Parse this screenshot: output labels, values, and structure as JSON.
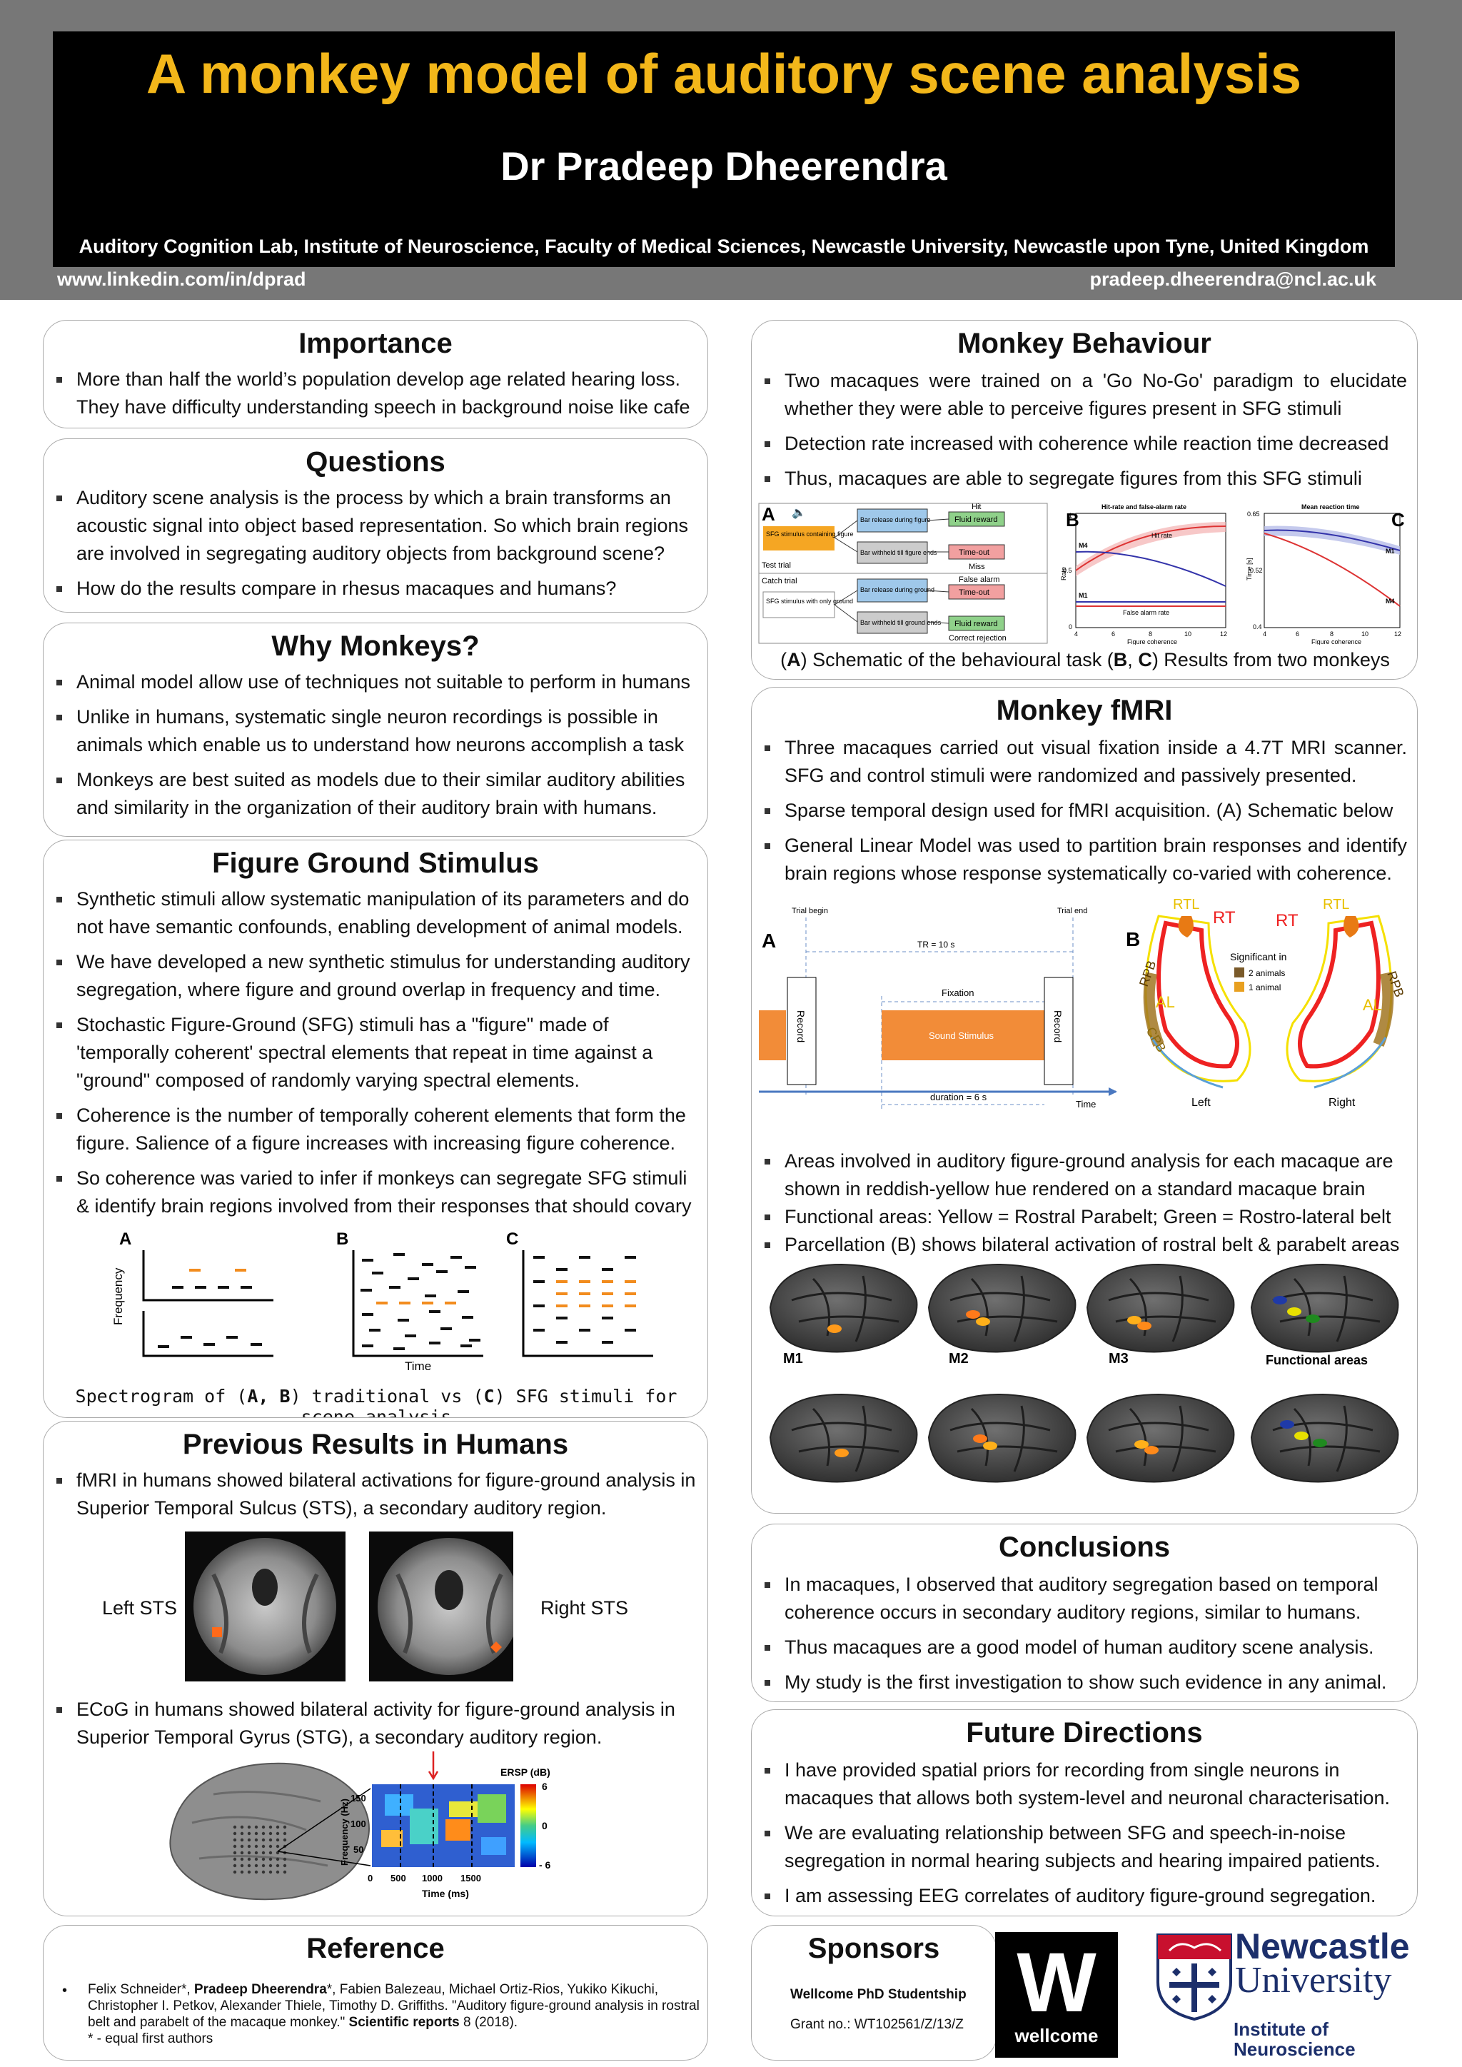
{
  "header": {
    "title": "A monkey model of auditory scene analysis",
    "author": "Dr Pradeep Dheerendra",
    "affiliation": "Auditory Cognition Lab, Institute of Neuroscience, Faculty of Medical Sciences, Newcastle University, Newcastle upon Tyne, United Kingdom",
    "linkedin": "www.linkedin.com/in/dprad",
    "email": "pradeep.dheerendra@ncl.ac.uk"
  },
  "importance": {
    "title": "Importance",
    "items": [
      "More than half the world’s population develop age related hearing loss. They have difficulty understanding speech in background noise like cafe"
    ]
  },
  "questions": {
    "title": "Questions",
    "items": [
      "Auditory scene analysis is the process by which a brain transforms an acoustic signal into object based representation. So which brain regions are involved in segregating auditory objects from background scene?",
      "How do the results compare in rhesus macaques and humans?"
    ]
  },
  "why": {
    "title": "Why Monkeys?",
    "items": [
      "Animal model allow use of techniques not suitable to perform in humans",
      "Unlike in humans, systematic single neuron recordings is possible in animals which enable us to understand how neurons accomplish a task",
      "Monkeys are best suited as models due to their similar auditory abilities and similarity in the organization of their auditory brain with humans."
    ]
  },
  "fgs": {
    "title": "Figure Ground Stimulus",
    "items": [
      "Synthetic stimuli allow systematic manipulation of its parameters and do not have semantic confounds, enabling development of animal models.",
      "We have developed a new synthetic stimulus for understanding auditory segregation, where figure and ground overlap in frequency and time.",
      "Stochastic Figure-Ground (SFG) stimuli has a \"figure\" made of 'temporally coherent' spectral elements that repeat in time against a \"ground\" composed of randomly varying spectral elements.",
      "Coherence is the number of temporally coherent elements that form the figure. Salience of a figure increases with increasing figure coherence.",
      "So coherence was varied to infer if monkeys can segregate SFG stimuli & identify brain regions involved from their responses that should covary"
    ],
    "fig": {
      "a": "A",
      "b": "B",
      "c": "C",
      "ylabel": "Frequency",
      "xlabel": "Time"
    },
    "caption": {
      "pre": "Spectrogram of (",
      "ab": "A, B",
      "mid": ") traditional vs (",
      "c": "C",
      "post": ") SFG stimuli for scene analysis"
    }
  },
  "humans": {
    "title": "Previous Results in Humans",
    "item1": "fMRI in humans showed bilateral activations for figure-ground analysis in Superior Temporal Sulcus (STS), a secondary auditory region.",
    "left_sts": "Left STS",
    "right_sts": "Right STS",
    "item2": "ECoG in humans showed bilateral activity for figure-ground analysis in Superior Temporal Gyrus (STG), a secondary auditory region.",
    "ecog": {
      "ersp": "ERSP (dB)",
      "ylabel": "Frequency (Hz)",
      "xlabel": "Time (ms)",
      "yticks": [
        "150",
        "100",
        "50"
      ],
      "xticks": [
        "0",
        "500",
        "1000",
        "1500"
      ],
      "cticks": [
        "6",
        "0",
        "- 6"
      ]
    }
  },
  "reference": {
    "title": "Reference",
    "authors_pre": "Felix Schneider*, ",
    "bold_author": "Pradeep Dheerendra",
    "authors_post": "*, Fabien Balezeau, Michael Ortiz-Rios, Yukiko Kikuchi, Christopher I. Petkov, Alexander Thiele, Timothy D. Griffiths. \"Auditory figure-ground analysis in rostral belt and parabelt of the macaque monkey.\" ",
    "journal": "Scientific reports",
    "tail": " 8 (2018).",
    "note": "* - equal first authors"
  },
  "behaviour": {
    "title": "Monkey Behaviour",
    "items": [
      "Two macaques were trained on a 'Go No-Go' paradigm to elucidate whether they were able to perceive figures present in SFG stimuli",
      "Detection rate increased with coherence while reaction time decreased",
      "Thus, macaques are able to segregate figures from this SFG stimuli"
    ],
    "schem": {
      "a": "A",
      "test": "Test trial",
      "catch": "Catch trial",
      "sfg_fig": "SFG stimulus containing figure",
      "sfg_gnd": "SFG stimulus with only ground",
      "bar_rel": "Bar release during figure",
      "bar_with": "Bar withheld till figure ends",
      "bar_rel2": "Bar release during ground",
      "bar_with2": "Bar withheld till ground ends",
      "hit": "Hit",
      "fluid": "Fluid reward",
      "miss": "Miss",
      "timeout": "Time-out",
      "fa": "False alarm",
      "cr": "Correct rejection"
    },
    "chart_hit": {
      "label": "B",
      "title": "Hit-rate and false-alarm rate",
      "hit": "Hit rate",
      "fa": "False alarm rate",
      "m4": "M4",
      "m1": "M1",
      "ylabel": "Rate",
      "xlabel": "Figure coherence",
      "yticks": [
        "1",
        "0.5",
        "0"
      ],
      "xticks": [
        "4",
        "6",
        "8",
        "10",
        "12"
      ]
    },
    "chart_rt": {
      "label": "C",
      "title": "Mean reaction time",
      "m1": "M1",
      "m4": "M4",
      "ylabel": "Time [s]",
      "xlabel": "Figure coherence",
      "yticks": [
        "0.65",
        "0.52",
        "0.4"
      ],
      "xticks": [
        "4",
        "6",
        "8",
        "10",
        "12"
      ]
    },
    "caption": {
      "a": "A",
      "t1": ") Schematic of the behavioural task (",
      "b": "B",
      "t2": ", ",
      "c": "C",
      "t3": ") Results from two monkeys"
    }
  },
  "fmri": {
    "title": "Monkey fMRI",
    "items": [
      "Three macaques carried out visual fixation inside a 4.7T MRI scanner. SFG and control stimuli were randomized and passively presented.",
      "Sparse temporal design used for fMRI acquisition. (A) Schematic below",
      "General Linear Model was used to partition brain responses and identify brain regions whose response systematically co-varied with coherence."
    ],
    "design": {
      "a": "A",
      "trial_begin": "Trial begin",
      "trial_end": "Trial end",
      "tr": "TR = 10 s",
      "fixation": "Fixation",
      "sound": "Sound Stimulus",
      "record": "Record",
      "duration": "duration = 6 s",
      "time": "Time"
    },
    "parc": {
      "b": "B",
      "rtl": "RTL",
      "rt": "RT",
      "rpb": "RPB",
      "al": "AL",
      "cpb": "CPB",
      "sig": "Significant in",
      "two": "2 animals",
      "one": "1 animal",
      "left": "Left",
      "right": "Right"
    },
    "items2": [
      "Areas involved in auditory figure-ground analysis for each macaque are shown in reddish-yellow hue rendered on a standard macaque brain",
      "Functional areas: Yellow = Rostral Parabelt; Green = Rostro-lateral belt",
      "Parcellation (B) shows bilateral activation of rostral belt & parabelt areas"
    ],
    "brains": [
      "M1",
      "M2",
      "M3",
      "Functional areas"
    ]
  },
  "conclusions": {
    "title": "Conclusions",
    "items": [
      "In macaques, I observed that auditory segregation based on temporal coherence occurs in secondary auditory regions, similar to humans.",
      "Thus macaques are a good model of human auditory scene analysis.",
      "My study is the first investigation to show such evidence in any animal."
    ]
  },
  "future": {
    "title": "Future Directions",
    "items": [
      "I have provided spatial priors for recording from single neurons in macaques that allows both system-level and neuronal characterisation.",
      "We are evaluating relationship between SFG and speech-in-noise segregation in normal hearing subjects and hearing impaired patients.",
      "I am assessing EEG correlates of auditory figure-ground segregation."
    ]
  },
  "sponsors": {
    "title": "Sponsors",
    "studentship": "Wellcome PhD Studentship",
    "grant": "Grant no.: WT102561/Z/13/Z",
    "wellcome_w": "W",
    "wellcome": "wellcome",
    "ncl1": "Newcastle",
    "ncl2": "University",
    "ion1": "Institute of",
    "ion2": "Neuroscience"
  }
}
